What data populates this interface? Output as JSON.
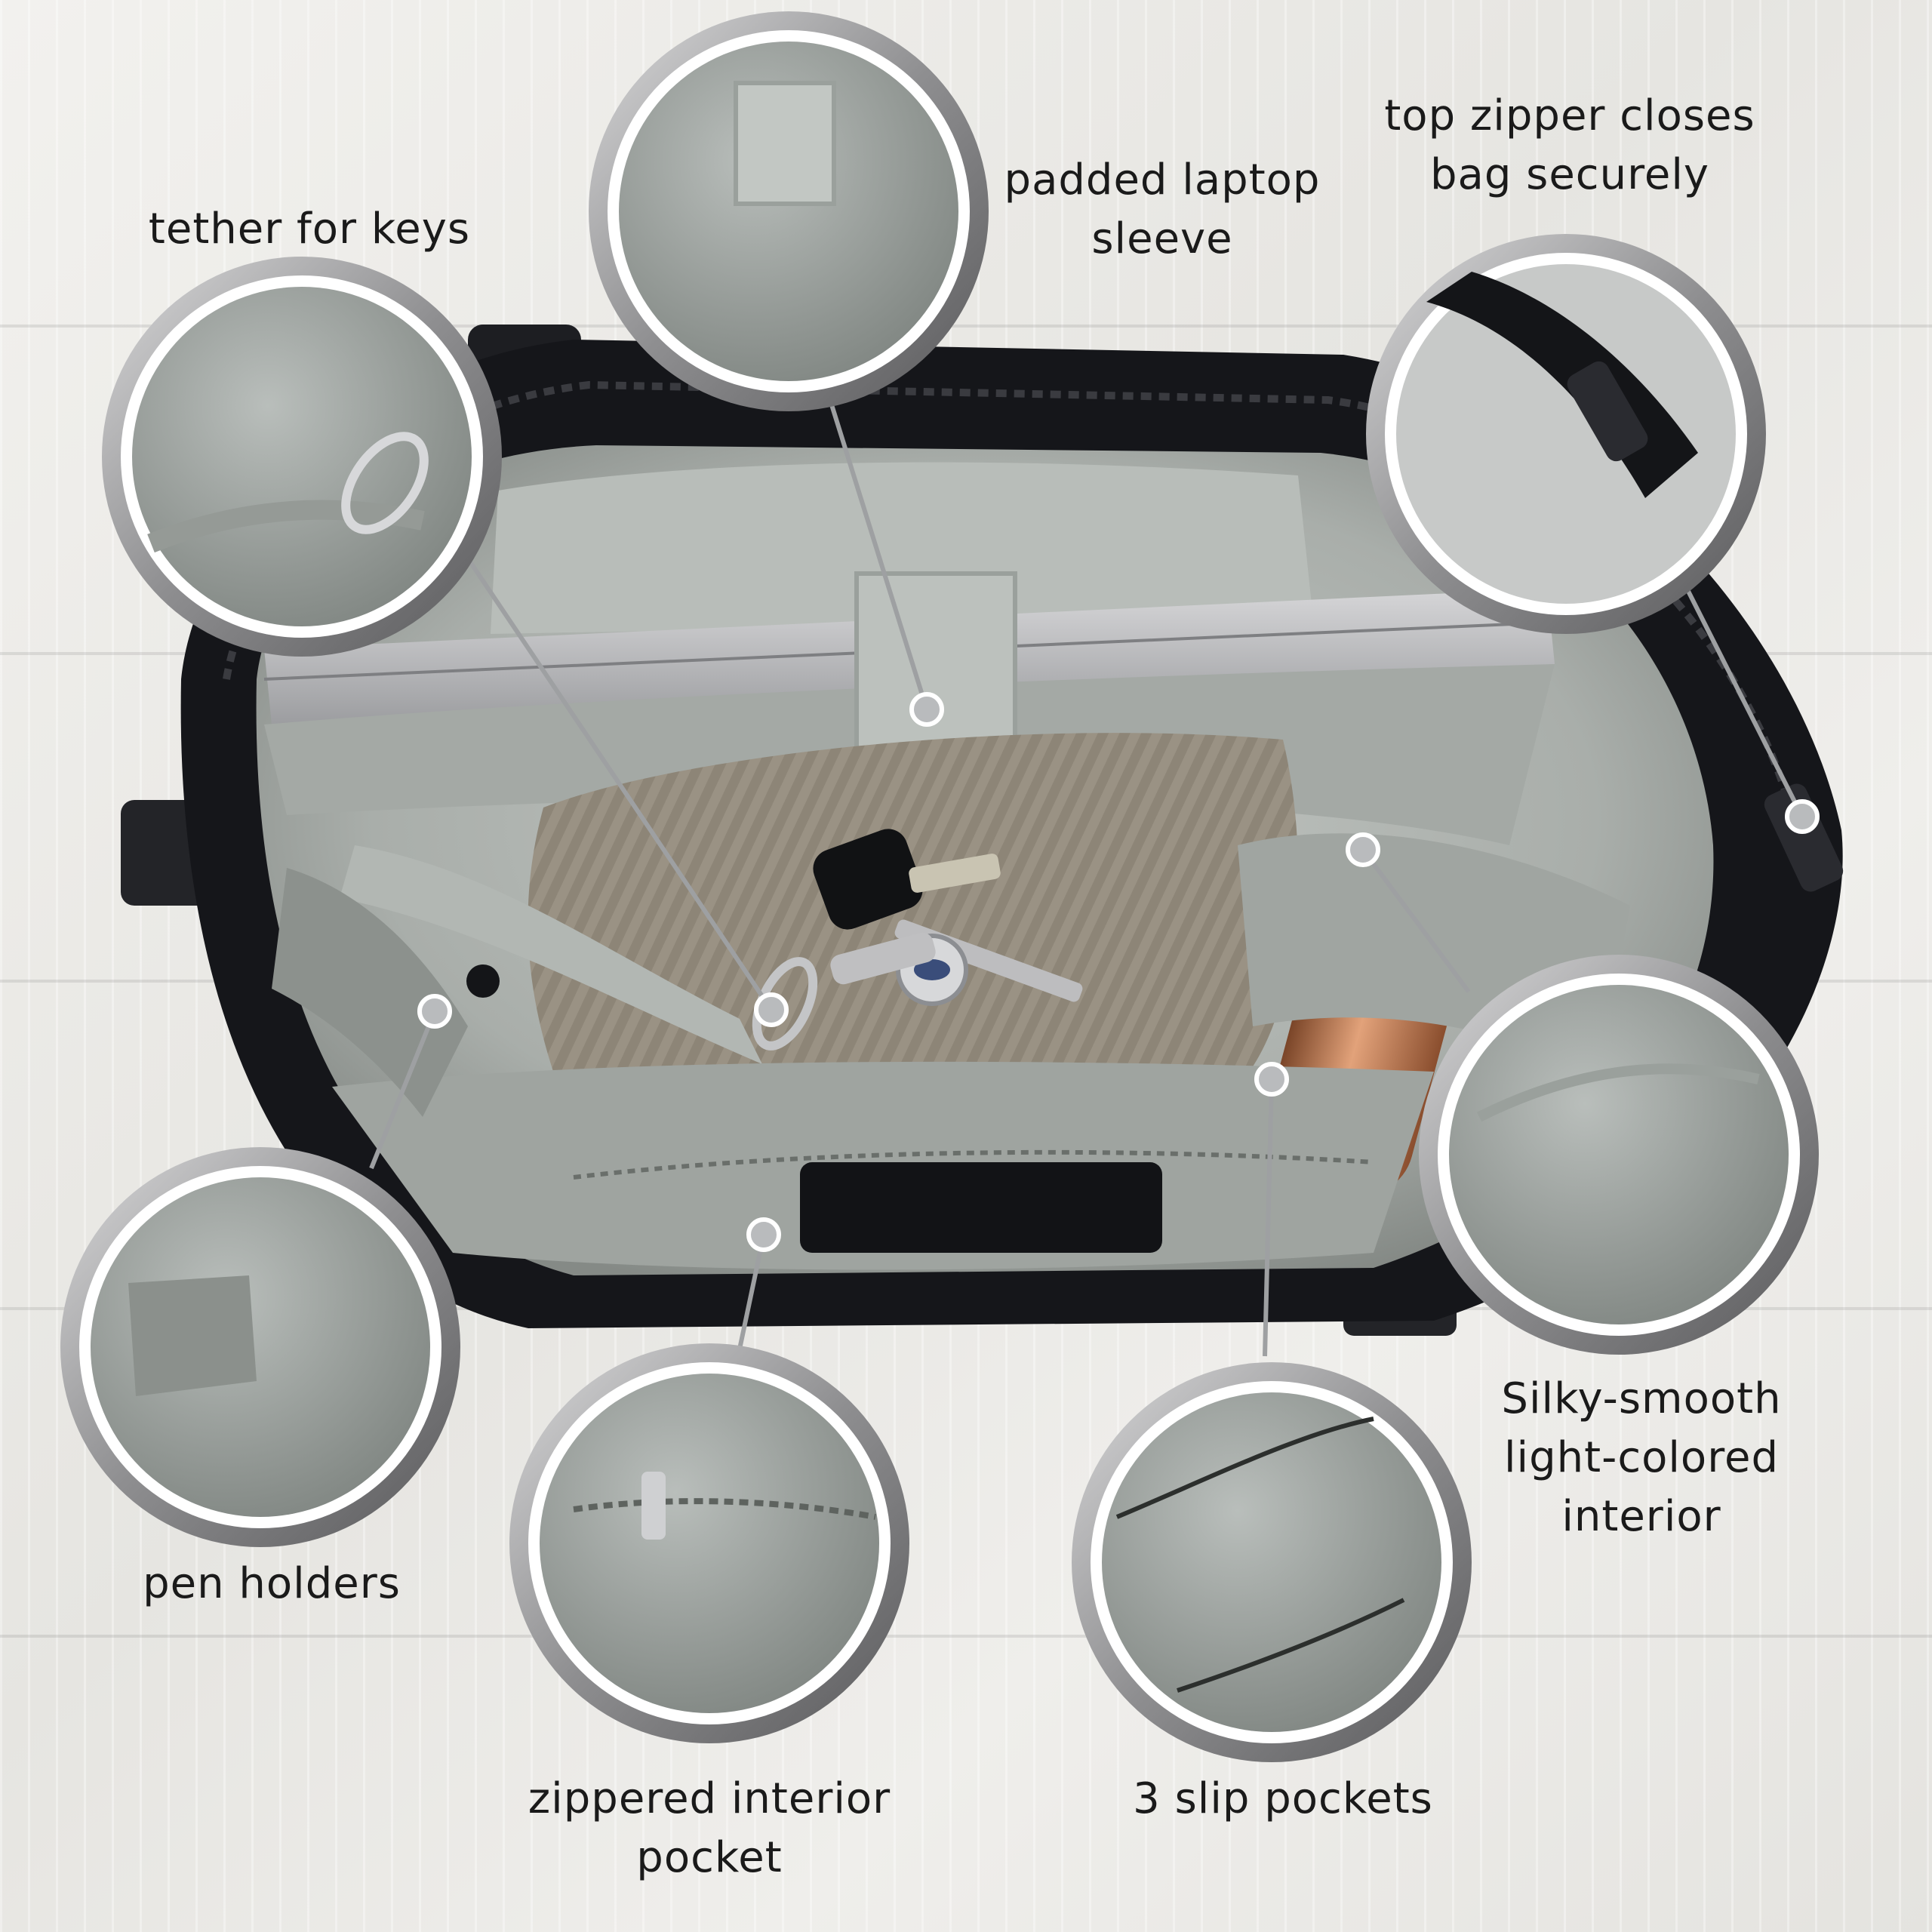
{
  "callouts": [
    {
      "id": "tether",
      "lines": [
        "tether for keys"
      ]
    },
    {
      "id": "laptop",
      "lines": [
        "padded laptop",
        "sleeve"
      ]
    },
    {
      "id": "zipper",
      "lines": [
        "top zipper closes",
        "bag securely"
      ]
    },
    {
      "id": "pen",
      "lines": [
        "pen holders"
      ]
    },
    {
      "id": "zip-pocket",
      "lines": [
        "zippered interior",
        "pocket"
      ]
    },
    {
      "id": "slip",
      "lines": [
        "3 slip pockets"
      ]
    },
    {
      "id": "interior",
      "lines": [
        "Silky-smooth",
        "light-colored",
        "interior"
      ]
    }
  ],
  "colors": {
    "bag": "#15161a",
    "lining": "#a9aeaa",
    "lining_dark": "#7f8581",
    "sweater": "#8d8577",
    "bottle": "#b07047",
    "ring": "#8e8e90",
    "wood": "#ecebe8"
  },
  "icons": [
    "key-icon",
    "carabiner-icon",
    "water-bottle-icon",
    "zipper-pull-icon"
  ]
}
